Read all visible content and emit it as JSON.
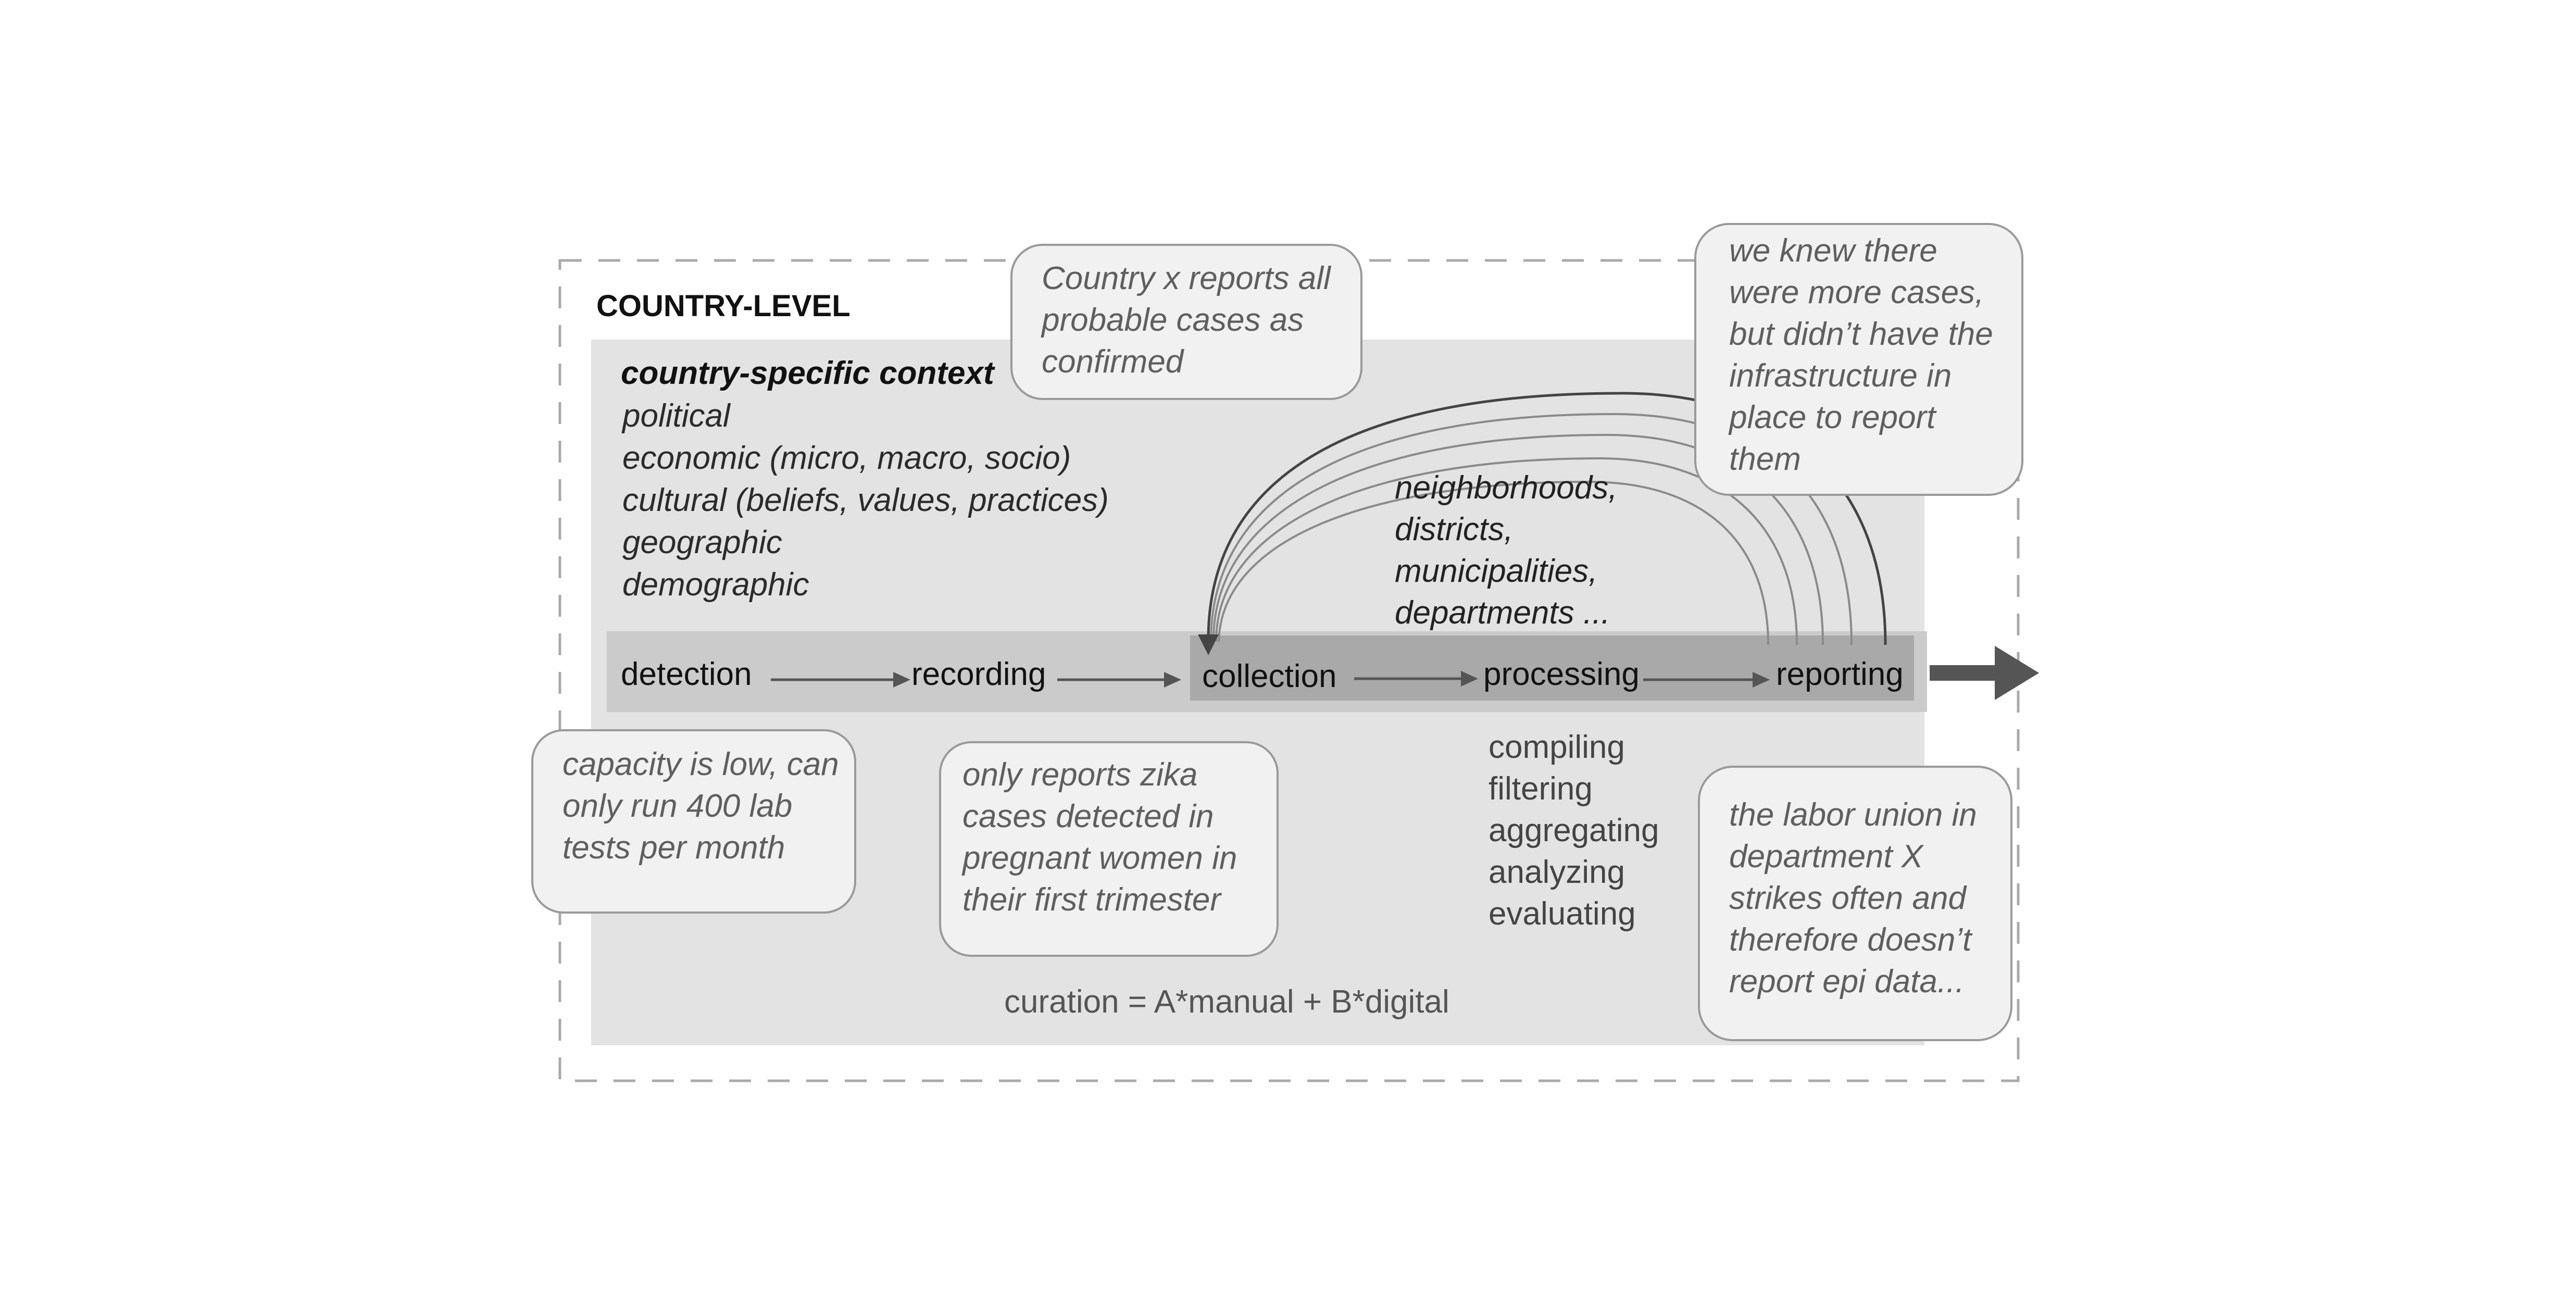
{
  "title": "COUNTRY-LEVEL",
  "context": {
    "heading": "country-specific context",
    "items": [
      "political",
      "economic (micro, macro, socio)",
      "cultural (beliefs, values, practices)",
      "geographic",
      "demographic"
    ]
  },
  "steps": [
    "detection",
    "recording",
    "collection",
    "processing",
    "reporting"
  ],
  "subdivisions": [
    "neighborhoods,",
    " districts,",
    "municipalities,",
    "departments ..."
  ],
  "processing_tasks": [
    "compiling",
    "filtering",
    "aggregating",
    "analyzing",
    "evaluating"
  ],
  "formula": "curation = A*manual + B*digital",
  "notes": {
    "probable_cases": [
      "Country x reports all",
      "probable cases as",
      "confirmed"
    ],
    "infrastructure": [
      "we knew there",
      "were more cases,",
      "but didn’t have the",
      "infrastructure in",
      "place to report",
      "them"
    ],
    "capacity": [
      "capacity is low, can",
      "only run 400 lab",
      "tests per month"
    ],
    "zika": [
      "only reports zika",
      "cases detected in",
      "pregnant women in",
      "their first trimester"
    ],
    "labor_union": [
      "the labor union in",
      "department X",
      "strikes often and",
      "therefore doesn’t",
      "report epi data..."
    ]
  },
  "colors": {
    "outer_dash": "#aaaaaa",
    "context_panel": "#e3e3e3",
    "pipeline_band": "#cbcbcb",
    "pipeline_highlight": "#a9a9a9",
    "arrows": "#555555",
    "bubble_fill": "#f1f1f1",
    "bubble_border": "#9a9a9a"
  }
}
